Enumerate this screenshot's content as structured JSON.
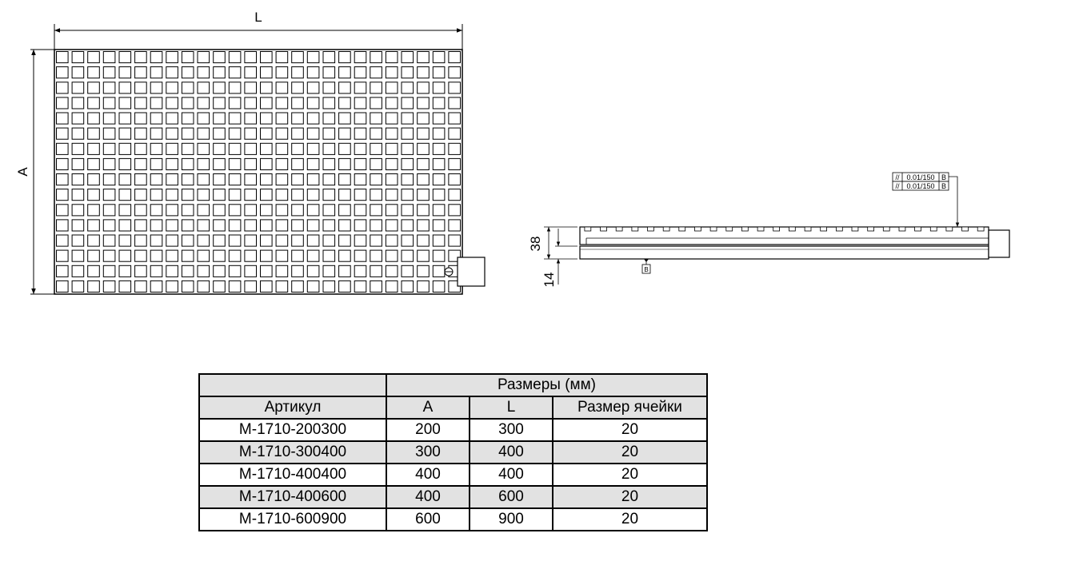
{
  "drawing": {
    "top_view": {
      "length_label": "L",
      "height_label": "A",
      "grid_rows": 16,
      "grid_cols": 26
    },
    "side_view": {
      "dim_height": "38",
      "dim_base": "14",
      "tolerances": [
        {
          "symbol": "//",
          "value": "0.01/150",
          "datum": "B"
        },
        {
          "symbol": "//",
          "value": "0.01/150",
          "datum": "B"
        }
      ],
      "datum_label": "B"
    }
  },
  "table": {
    "group_header": "Размеры (мм)",
    "headers": [
      "Артикул",
      "A",
      "L",
      "Размер ячейки"
    ],
    "rows": [
      [
        "M-1710-200300",
        "200",
        "300",
        "20"
      ],
      [
        "M-1710-300400",
        "300",
        "400",
        "20"
      ],
      [
        "M-1710-400400",
        "400",
        "400",
        "20"
      ],
      [
        "M-1710-400600",
        "400",
        "600",
        "20"
      ],
      [
        "M-1710-600900",
        "600",
        "900",
        "20"
      ]
    ]
  },
  "colors": {
    "line": "#000000",
    "header_fill": "#e2e2e2",
    "stripe_fill": "#e2e2e2",
    "background": "#ffffff"
  }
}
